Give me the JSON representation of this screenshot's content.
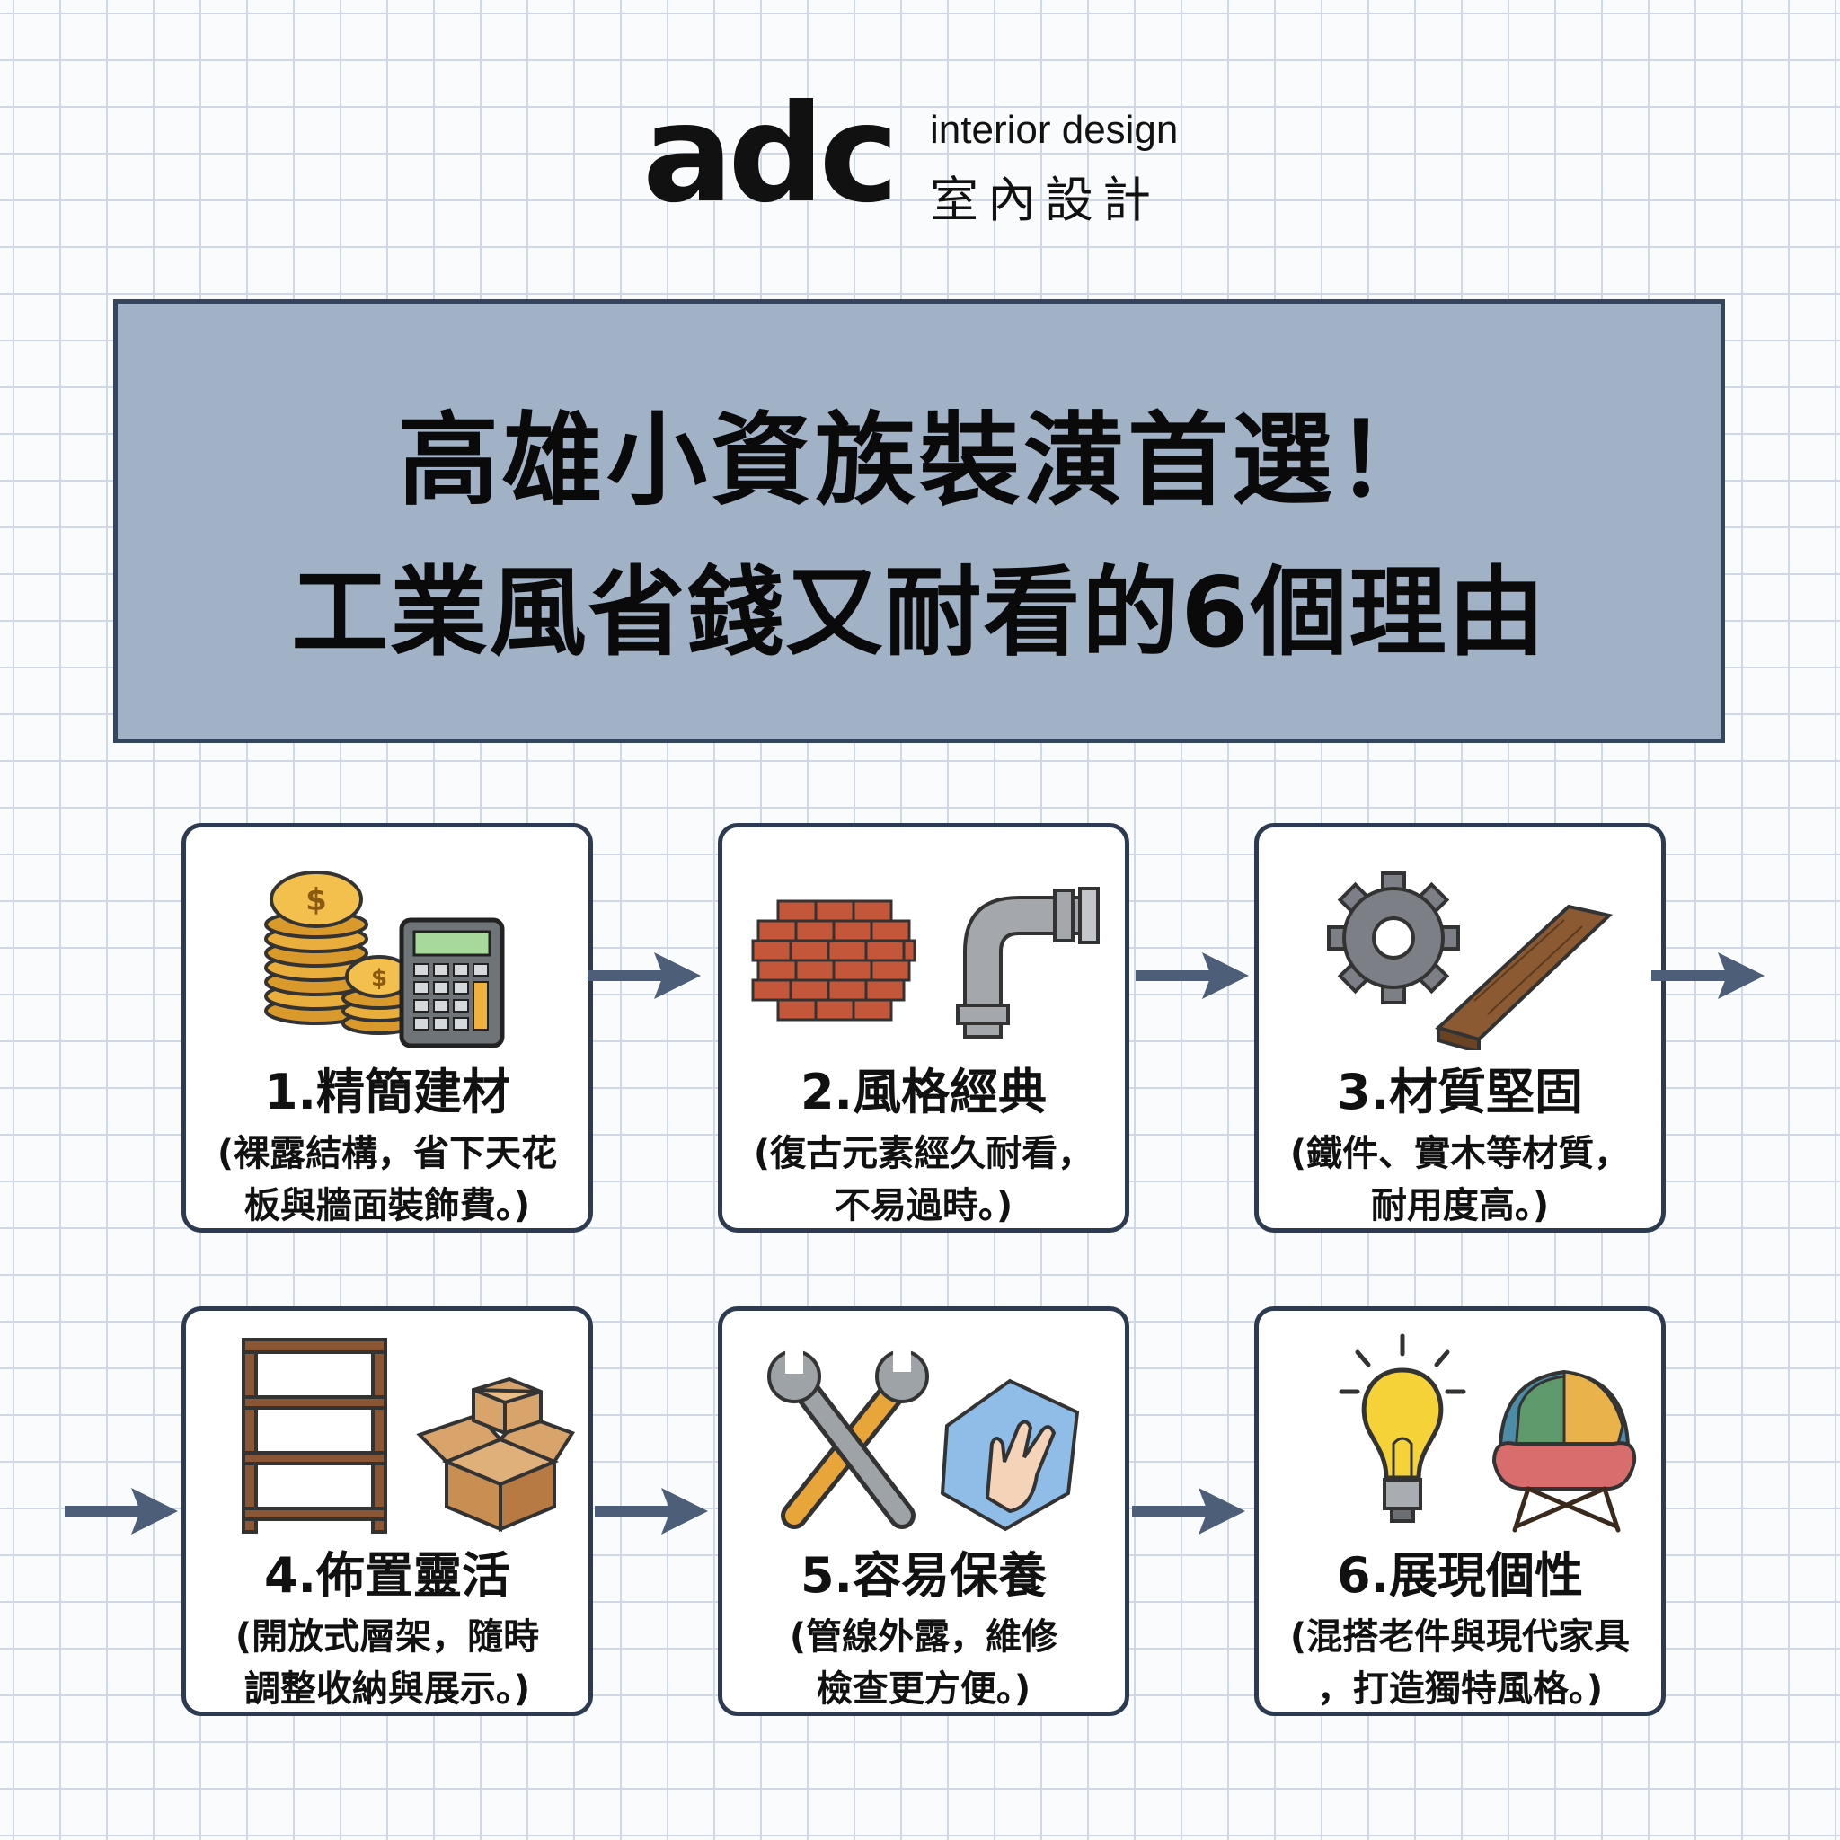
{
  "brand": {
    "mark": "adc",
    "en": "interior design",
    "zh": "室內設計"
  },
  "title": {
    "line1": "高雄小資族裝潢首選！",
    "line2": "工業風省錢又耐看的6個理由"
  },
  "colors": {
    "title_bg": "#a1b2c6",
    "border": "#2c3b52",
    "arrow": "#4c5e78",
    "grid": "#cfd8e3"
  },
  "cards": [
    {
      "title": "1.精簡建材",
      "desc1": "(裸露結構，省下天花",
      "desc2": "板與牆面裝飾費。)",
      "icons": [
        "coins-icon",
        "calculator-icon"
      ]
    },
    {
      "title": "2.風格經典",
      "desc1": "(復古元素經久耐看，",
      "desc2": "不易過時。)",
      "icons": [
        "brick-wall-icon",
        "pipe-icon"
      ]
    },
    {
      "title": "3.材質堅固",
      "desc1": "(鐵件、實木等材質，",
      "desc2": "耐用度高。)",
      "icons": [
        "gear-icon",
        "wood-plank-icon"
      ]
    },
    {
      "title": "4.佈置靈活",
      "desc1": "(開放式層架，隨時",
      "desc2": "調整收納與展示。)",
      "icons": [
        "shelf-icon",
        "box-icon"
      ]
    },
    {
      "title": "5.容易保養",
      "desc1": "(管線外露，維修",
      "desc2": "檢查更方便。)",
      "icons": [
        "wrench-icon",
        "cleaning-cloth-icon"
      ]
    },
    {
      "title": "6.展現個性",
      "desc1": "(混搭老件與現代家具",
      "desc2": "，打造獨特風格。)",
      "icons": [
        "light-bulb-icon",
        "armchair-icon"
      ]
    }
  ]
}
